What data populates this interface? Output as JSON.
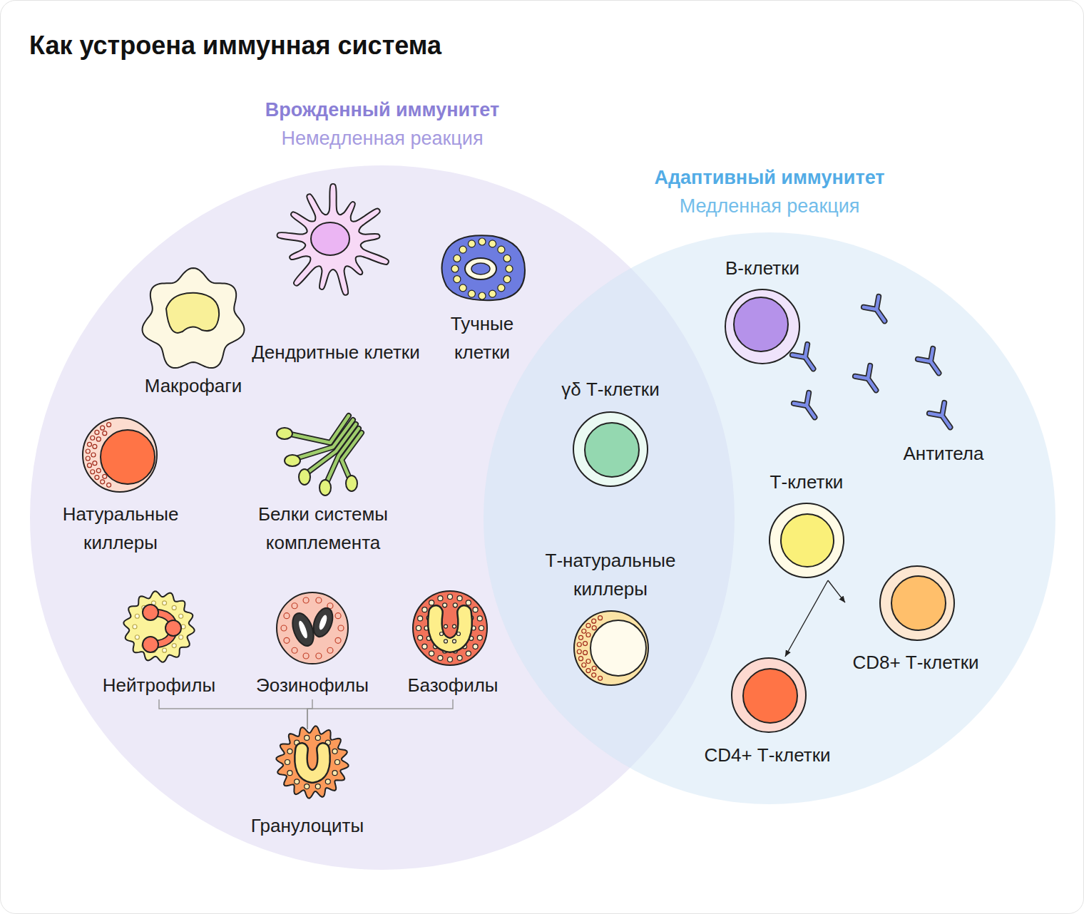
{
  "diagram": {
    "title": "Как устроена иммунная система",
    "nodes": [
      {
        "text": [
          "Врожденный иммунитет",
          "Немедленная реакция"
        ]
      },
      {
        "text": [
          "Адаптивный иммунитет",
          "Медленная реакция"
        ]
      },
      {
        "text": [
          "Дендритные клетки"
        ],
        "in": 0
      },
      {
        "text": [
          "Тучные клетки"
        ],
        "in": 0
      },
      {
        "text": [
          "Макрофаги"
        ],
        "in": 0
      },
      {
        "text": [
          "Натуральные киллеры"
        ],
        "in": 0
      },
      {
        "text": [
          "Белки системы комплемента"
        ],
        "in": 0
      },
      {
        "text": [
          "Нейтрофилы"
        ],
        "in": 0
      },
      {
        "text": [
          "Эозинофилы"
        ],
        "in": 0
      },
      {
        "text": [
          "Базофилы"
        ],
        "in": 0
      },
      {
        "text": [
          "Гранулоциты"
        ],
        "in": 0
      },
      {
        "text": [
          "В-клетки"
        ],
        "in": 1
      },
      {
        "text": [
          "γδ Т-клетки"
        ]
      },
      {
        "text": [
          "Антитела"
        ],
        "in": 1
      },
      {
        "text": [
          "Т-натуральные киллеры"
        ]
      },
      {
        "text": [
          "Т-клетки"
        ],
        "in": 1
      },
      {
        "text": [
          "CD8+ Т-клетки"
        ],
        "in": 1
      },
      {
        "text": [
          "CD4+ Т-клетки"
        ],
        "in": 1
      }
    ],
    "edges": [
      {
        "from": 7,
        "to": 10,
        "arrow": "none"
      },
      {
        "from": 8,
        "to": 10,
        "arrow": "none"
      },
      {
        "from": 9,
        "to": 10,
        "arrow": "none"
      },
      {
        "from": 15,
        "to": 16,
        "arrow": "to"
      },
      {
        "from": 15,
        "to": 17,
        "arrow": "to"
      }
    ]
  }
}
